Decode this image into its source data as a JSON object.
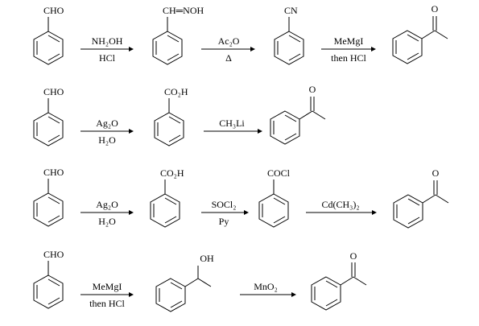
{
  "routes": [
    {
      "id": "route1",
      "steps": [
        {
          "substituent": "CHO"
        },
        {
          "reagent_top": "NH₂OH",
          "reagent_bottom": "HCl",
          "substituent": "CH═NOH"
        },
        {
          "reagent_top": "Ac₂O",
          "reagent_bottom": "Δ",
          "substituent": "CN"
        },
        {
          "reagent_top": "MeMgI",
          "reagent_bottom": "then HCl",
          "substituent": "acetyl"
        }
      ]
    },
    {
      "id": "route2",
      "steps": [
        {
          "substituent": "CHO"
        },
        {
          "reagent_top": "Ag₂O",
          "reagent_bottom": "H₂O",
          "substituent": "CO₂H"
        },
        {
          "reagent_top": "CH₃Li",
          "reagent_bottom": "",
          "substituent": "acetyl"
        }
      ]
    },
    {
      "id": "route3",
      "steps": [
        {
          "substituent": "CHO"
        },
        {
          "reagent_top": "Ag₂O",
          "reagent_bottom": "H₂O",
          "substituent": "CO₂H"
        },
        {
          "reagent_top": "SOCl₂",
          "reagent_bottom": "Py",
          "substituent": "COCl"
        },
        {
          "reagent_top": "Cd(CH₃)₂",
          "reagent_bottom": "",
          "substituent": "acetyl"
        }
      ]
    },
    {
      "id": "route4",
      "steps": [
        {
          "substituent": "CHO"
        },
        {
          "reagent_top": "MeMgI",
          "reagent_bottom": "then HCl",
          "substituent": "CH(OH)CH₃",
          "label_oh": "OH"
        },
        {
          "reagent_top": "MnO₂",
          "reagent_bottom": "",
          "substituent": "acetyl"
        }
      ]
    }
  ],
  "labels": {
    "ketone_o": "O"
  }
}
